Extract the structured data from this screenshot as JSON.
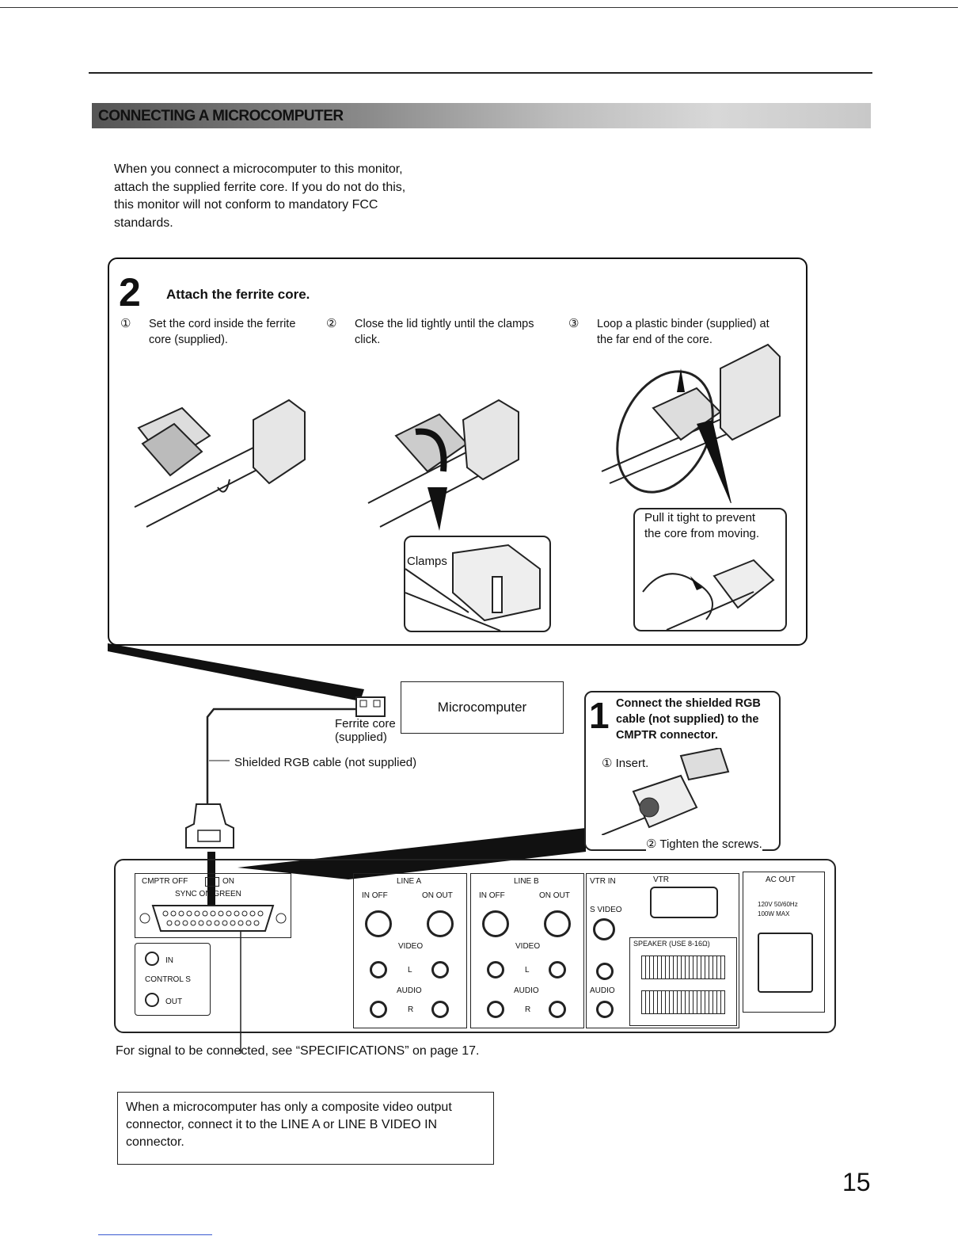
{
  "section_title": "CONNECTING A MICROCOMPUTER",
  "intro": {
    "line1": "When you connect a microcomputer to this monitor,",
    "line2": "attach the supplied ferrite core. If you do not do this,",
    "line3": "this monitor will not conform to mandatory FCC",
    "line4": "standards."
  },
  "step2": {
    "number": "2",
    "title": "Attach the ferrite core.",
    "items": [
      {
        "marker": "①",
        "line1": "Set the cord inside the ferrite",
        "line2": "core (supplied)."
      },
      {
        "marker": "②",
        "line1": "Close the lid tightly until the clamps",
        "line2": "click."
      },
      {
        "marker": "③",
        "line1": "Loop a plastic binder (supplied) at",
        "line2": "the far end of the core."
      }
    ],
    "clamps_label": "Clamps",
    "pull_line1": "Pull it tight to prevent",
    "pull_line2": "the core from moving."
  },
  "connection": {
    "microcomputer": "Microcomputer",
    "ferrite_line1": "Ferrite core",
    "ferrite_line2": "(supplied)",
    "cable_label": "Shielded RGB cable (not supplied)"
  },
  "step1": {
    "number": "1",
    "line1": "Connect the shielded RGB",
    "line2": "cable (not supplied) to the",
    "line3": "CMPTR connector.",
    "insert": "① Insert.",
    "tighten": "② Tighten the screws."
  },
  "panel": {
    "cmptr": "CMPTR  OFF",
    "cmptr_on": "ON",
    "sync_green": "SYNC ON GREEN",
    "in": "IN",
    "controls": "CONTROL S",
    "out": "OUT",
    "line_a": "LINE A",
    "line_b": "LINE B",
    "in_off": "IN  OFF",
    "on_out": "ON  OUT",
    "video": "VIDEO",
    "l": "L",
    "audio": "AUDIO",
    "r": "R",
    "vtr_in": "VTR IN",
    "vtr": "VTR",
    "s_video": "S VIDEO",
    "speaker": "SPEAKER (USE 8-16Ω)",
    "ac_out": "AC OUT",
    "ac_spec1": "120V 50/60Hz",
    "ac_spec2": "100W MAX"
  },
  "signal_note": "For signal to be connected, see “SPECIFICATIONS” on page 17.",
  "composite_note": {
    "line1": "When a microcomputer has only a composite video output",
    "line2": "connector, connect it to the LINE A or LINE B VIDEO IN",
    "line3": "connector."
  },
  "page_number": "15"
}
